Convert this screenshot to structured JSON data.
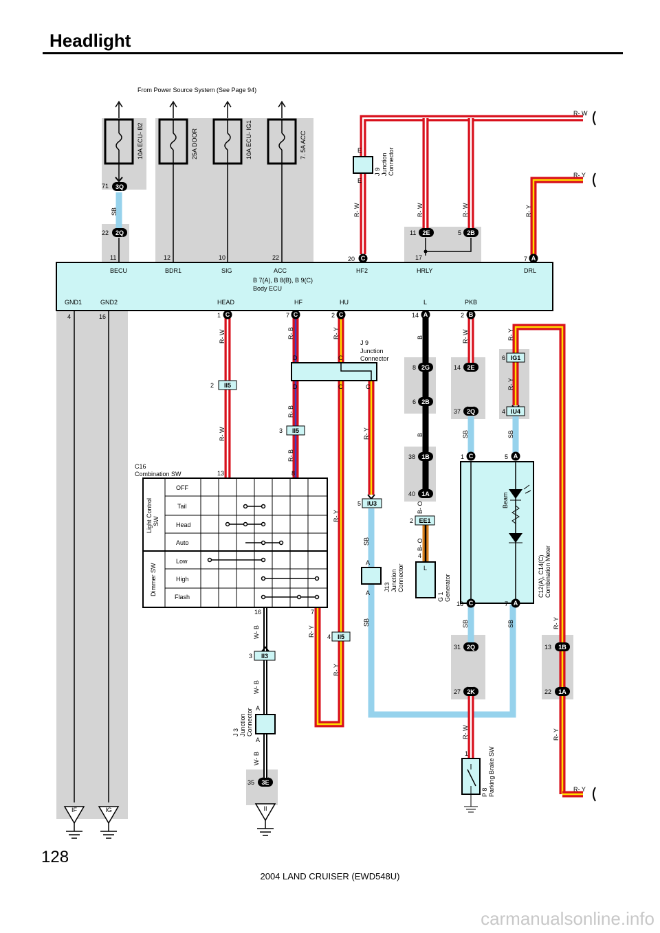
{
  "title": "Headlight",
  "page_number": "128",
  "footer": "2004 LAND CRUISER (EWD548U)",
  "watermark": "carmanualsonline.info",
  "power_source_note": "From Power Source System (See Page 94)",
  "fuses": [
    {
      "label": "10A ECU- B2"
    },
    {
      "label": "25A DOOR"
    },
    {
      "label": "10A ECU- IG1"
    },
    {
      "label": "7. 5A ACC"
    }
  ],
  "body_ecu": {
    "name": "B 7(A), B 8(B), B 9(C)",
    "desc": "Body ECU",
    "top_pins": [
      "BECU",
      "BDR1",
      "SIG",
      "ACC",
      "HF2",
      "HRLY",
      "DRL"
    ],
    "bottom_pins": [
      "GND1",
      "GND2",
      "HEAD",
      "HF",
      "HU",
      "L",
      "PKB"
    ]
  },
  "wire_colors": {
    "R-W": "R- W",
    "R-Y": "R- Y",
    "R-B": "R- B",
    "SB": "SB",
    "B": "B",
    "B-O": "B- O",
    "W-B": "W- B"
  },
  "pin_numbers": {
    "p71": "71",
    "p22a": "22",
    "p11": "11",
    "p12": "12",
    "p10": "10",
    "p22b": "22",
    "p20": "20",
    "p11b": "11",
    "p5": "5",
    "p17": "17",
    "p7": "7",
    "p4": "4",
    "p16": "16",
    "p1": "1",
    "p7b": "7",
    "p2": "2",
    "p14": "14",
    "p2b": "2",
    "p2c": "2",
    "p3": "3",
    "p13": "13",
    "p8": "8",
    "p8b": "8",
    "p14b": "14",
    "p6": "6",
    "p6b": "6",
    "p37": "37",
    "p4b": "4",
    "p38": "38",
    "p1b": "1",
    "p5b": "5",
    "p40": "40",
    "p2d": "2",
    "p4c": "4",
    "p5c": "5",
    "p16b": "16",
    "p7c": "7",
    "p18": "18",
    "p7d": "7",
    "p3b": "3",
    "p4d": "4",
    "p31": "31",
    "p27": "27",
    "p13b": "13",
    "p22c": "22",
    "p35": "35",
    "p1c": "1"
  },
  "connectors": {
    "c3Q": "3Q",
    "c2Q": "2Q",
    "cC1": "C",
    "c2E": "2E",
    "c2B": "2B",
    "cA": "A",
    "cC2": "C",
    "cC3": "C",
    "cC4": "C",
    "cA2": "A",
    "cB": "B",
    "cII5a": "II5",
    "cII5b": "II5",
    "cII5c": "II5",
    "c2G": "2G",
    "c2B2": "2B",
    "c2E2": "2E",
    "c2Q2": "2Q",
    "cIG1": "IG1",
    "cIU4": "IU4",
    "c1B": "1B",
    "c1A": "1A",
    "cEE1": "EE1",
    "cIU3": "IU3",
    "cC5": "C",
    "cA3": "A",
    "cC6": "C",
    "cA4": "A",
    "cII3": "II3",
    "c2Q3": "2Q",
    "c2K": "2K",
    "c1B2": "1B",
    "c1A2": "1A",
    "c3E": "3E",
    "gIF": "IF",
    "gIG": "IG",
    "gII": "II"
  },
  "j9_top": {
    "id": "J 9",
    "desc1": "Junction",
    "desc2": "Connector",
    "pinA": "E",
    "pinB": "E"
  },
  "j9_mid": {
    "id": "J 9",
    "desc1": "Junction",
    "desc2": "Connector",
    "c": "C",
    "d": "D"
  },
  "j13": {
    "id": "J13",
    "desc1": "Junction",
    "desc2": "Connector",
    "a": "A"
  },
  "j3": {
    "id": "J 3",
    "desc1": "Junction",
    "desc2": "Connector",
    "a": "A"
  },
  "combo_sw": {
    "name": "C16",
    "desc": "Combination SW",
    "light_group": "Light Control",
    "light_group2": "SW",
    "dimmer_group": "Dimmer SW",
    "rows": [
      "OFF",
      "Tail",
      "Head",
      "Auto",
      "Low",
      "High",
      "Flash"
    ]
  },
  "generator": {
    "name": "G 1",
    "desc": "Generator",
    "terminal": "L"
  },
  "meter": {
    "name": "C12(A), C14(C)",
    "desc": "Combination Meter",
    "beam": "Beam"
  },
  "parking_sw": {
    "name": "P 8",
    "desc": "Parking Brake SW"
  },
  "right_labels": {
    "rw": "R- W",
    "ry1": "R- Y",
    "ry2": "R- Y"
  }
}
